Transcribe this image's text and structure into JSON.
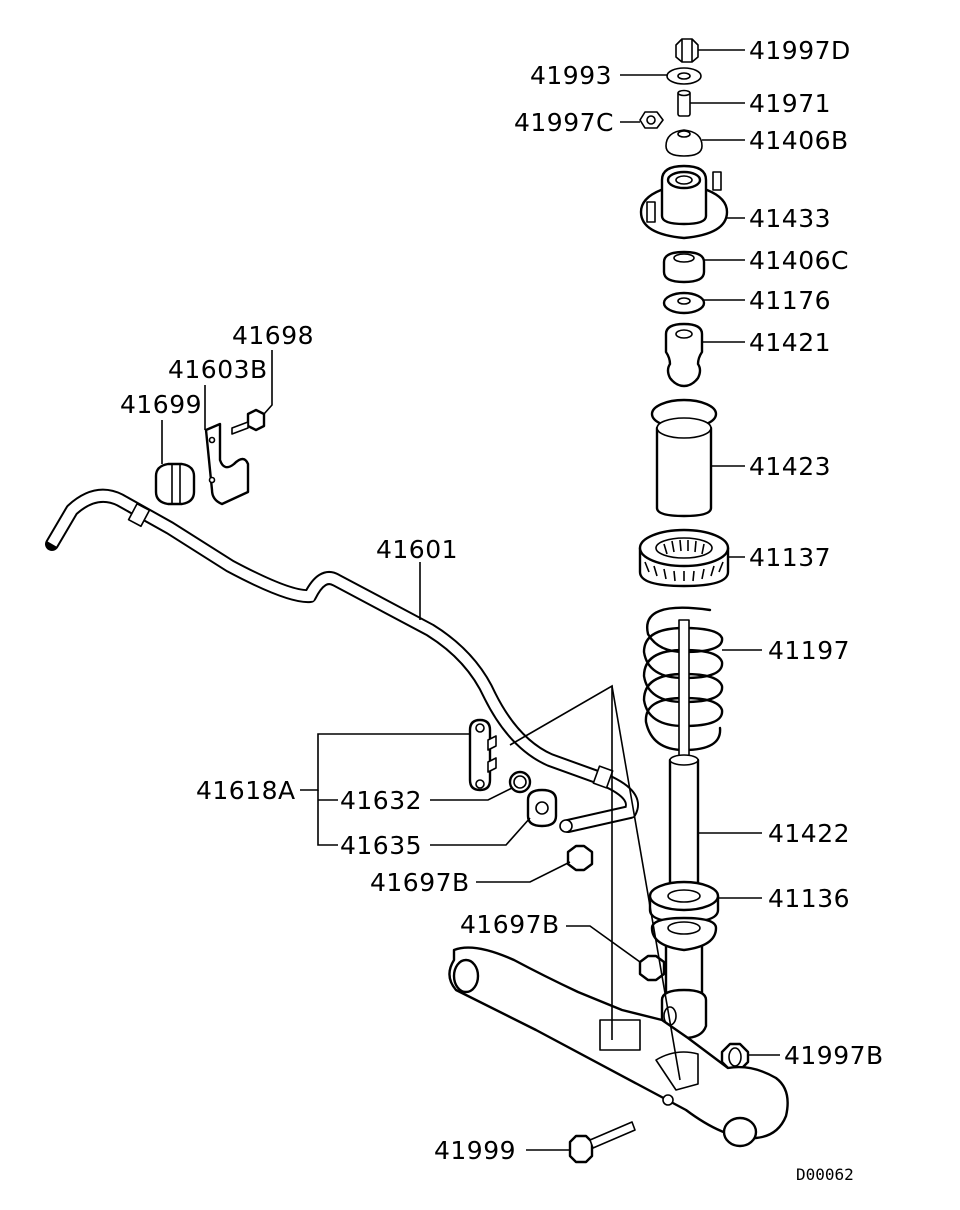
{
  "diagram_code": "D00062",
  "labels": {
    "p41997D": "41997D",
    "p41993": "41993",
    "p41971": "41971",
    "p41997C": "41997C",
    "p41406B": "41406B",
    "p41433": "41433",
    "p41406C": "41406C",
    "p41176": "41176",
    "p41421": "41421",
    "p41423": "41423",
    "p41137": "41137",
    "p41197": "41197",
    "p41422": "41422",
    "p41136": "41136",
    "p41997B": "41997B",
    "p41999": "41999",
    "p41698": "41698",
    "p41603B": "41603B",
    "p41699": "41699",
    "p41601": "41601",
    "p41618A": "41618A",
    "p41632": "41632",
    "p41635": "41635",
    "p41697B_a": "41697B",
    "p41697B_b": "41697B"
  }
}
